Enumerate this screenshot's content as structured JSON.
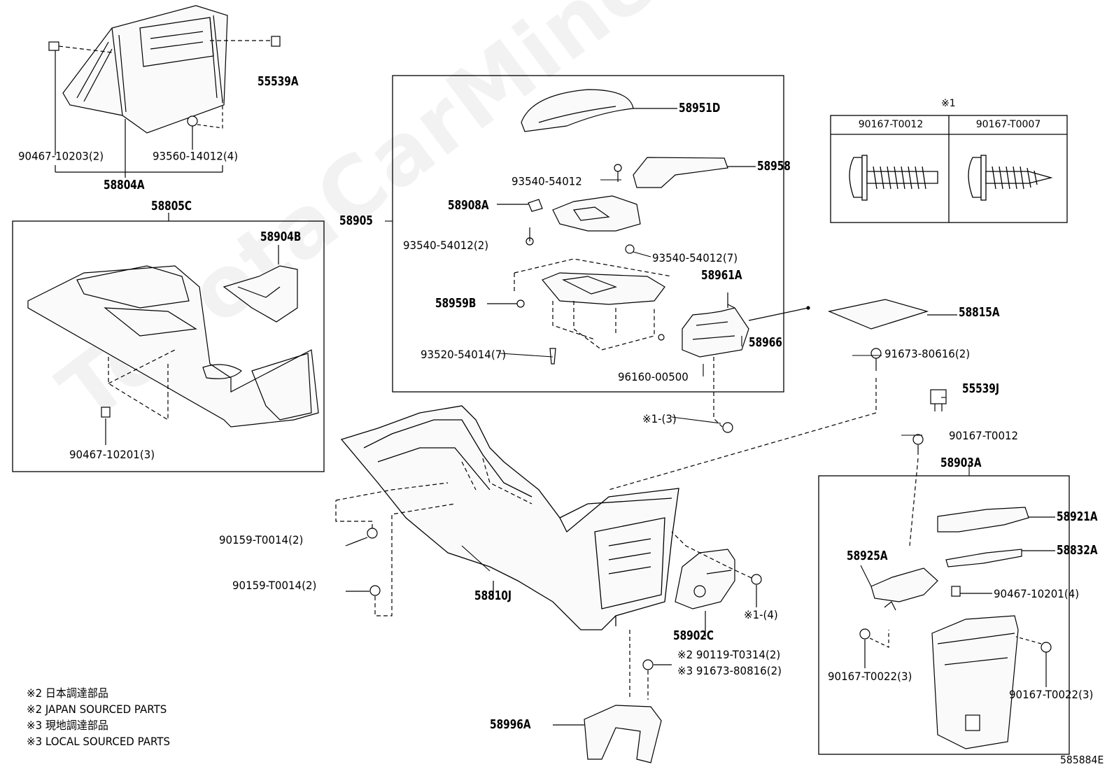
{
  "watermark": "ToyotaCarMine.ru",
  "diagram_id": "585884E",
  "table": {
    "marker": "※1",
    "headers": [
      "90167-T0012",
      "90167-T0007"
    ]
  },
  "labels": {
    "p55539A": "55539A",
    "p9046710203": "90467-10203(2)",
    "p9356014012": "93560-14012(4)",
    "p58804A": "58804A",
    "p58805C": "58805C",
    "p58904B": "58904B",
    "p9046710201_3": "90467-10201(3)",
    "p58951D": "58951D",
    "p58958": "58958",
    "p9354054012": "93540-54012",
    "p58908A": "58908A",
    "p58905": "58905",
    "p9354054012_2": "93540-54012(2)",
    "p9354054012_7": "93540-54012(7)",
    "p58961A": "58961A",
    "p58959B": "58959B",
    "p58966": "58966",
    "p9352054014_7": "93520-54014(7)",
    "p9616000500": "96160-00500",
    "pK1_3": "※1-(3)",
    "p58815A": "58815A",
    "p9167380616": "91673-80616(2)",
    "p55539J": "55539J",
    "p90167T0012": "90167-T0012",
    "p58903A": "58903A",
    "p90159T0014_a": "90159-T0014(2)",
    "p90159T0014_b": "90159-T0014(2)",
    "p58810J": "58810J",
    "pK1_4": "※1-(4)",
    "p58902C": "58902C",
    "p90119": "※2  90119-T0314(2)",
    "p91673": "※3  91673-80816(2)",
    "p58996A": "58996A",
    "p58921A": "58921A",
    "p58832A": "58832A",
    "p58925A": "58925A",
    "p9046710201_4": "90467-10201(4)",
    "p90167T0022_a": "90167-T0022(3)",
    "p90167T0022_b": "90167-T0022(3)"
  },
  "notes": [
    "※2 日本調達部品",
    "※2 JAPAN SOURCED PARTS",
    "※3 現地調達部品",
    "※3 LOCAL SOURCED PARTS"
  ]
}
